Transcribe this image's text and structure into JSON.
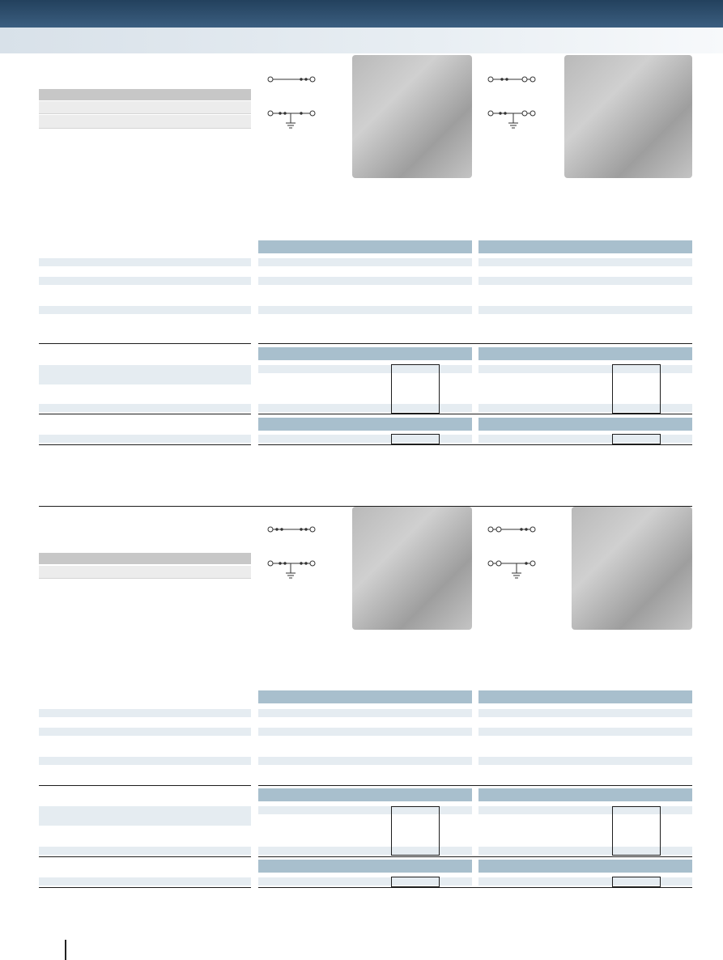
{
  "header": {
    "title": "",
    "subtitle": ""
  },
  "sections": [
    {
      "name": "section-1",
      "products": [
        {
          "name": "product-1a",
          "photo_label": "",
          "icons": [
            "feed-through-symbol-icon",
            "ground-symbol-icon"
          ]
        },
        {
          "name": "product-1b",
          "photo_label": "",
          "icons": [
            "feed-through-symbol-icon",
            "ground-symbol-icon"
          ]
        }
      ]
    },
    {
      "name": "section-2",
      "products": [
        {
          "name": "product-2a",
          "photo_label": "",
          "icons": [
            "feed-through-symbol-icon",
            "ground-symbol-icon"
          ]
        },
        {
          "name": "product-2b",
          "photo_label": "",
          "icons": [
            "feed-through-symbol-icon",
            "ground-symbol-icon"
          ]
        }
      ]
    }
  ],
  "colors": {
    "header_dark": "#23415d",
    "header_light": "#d8e1e9",
    "table_header": "#a8bfcd",
    "row_light": "#e5ecf1",
    "rule": "#1d1d1d",
    "label_gray": "#c7c7c7"
  },
  "footer": {
    "page_number": ""
  }
}
